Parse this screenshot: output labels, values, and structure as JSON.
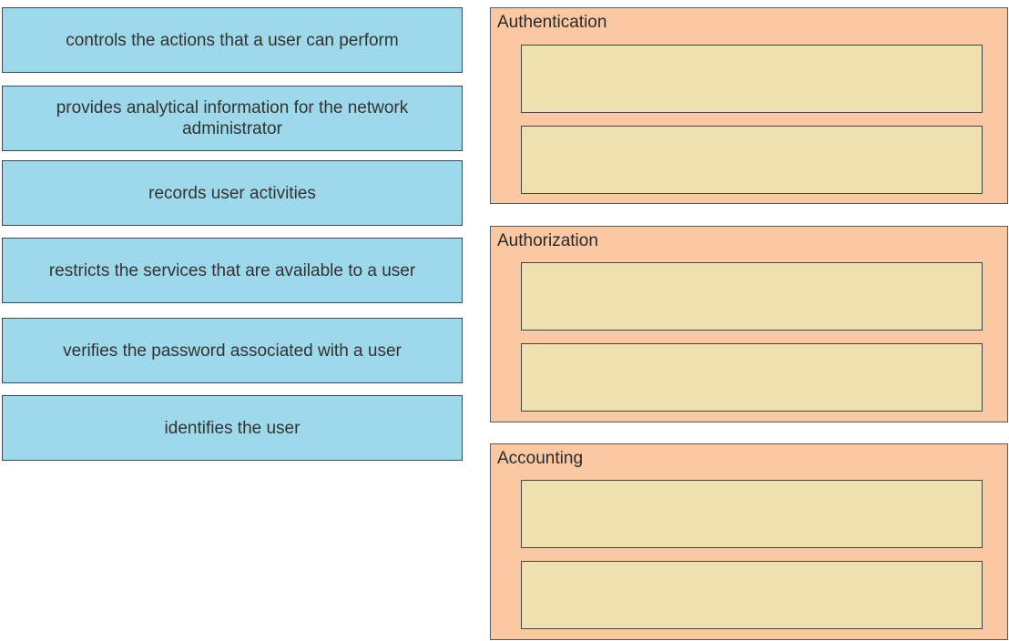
{
  "source_items": [
    "controls the actions that a user can perform",
    "provides analytical information for the network administrator",
    "records user activities",
    "restricts the services that are available to a user",
    "verifies the password associated with a user",
    "identifies the user"
  ],
  "categories": [
    {
      "title": "Authentication"
    },
    {
      "title": "Authorization"
    },
    {
      "title": "Accounting"
    }
  ],
  "colors": {
    "item_background": "#9dd9ea",
    "category_background": "#fbc8a4",
    "slot_background": "#efe0b0"
  }
}
